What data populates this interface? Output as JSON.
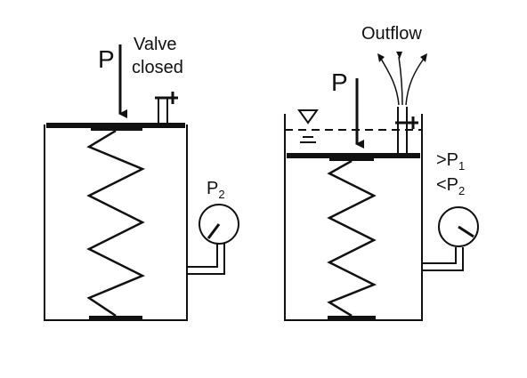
{
  "left_panel": {
    "force_label": "P",
    "valve_label_line1": "Valve",
    "valve_label_line2": "closed",
    "gauge_label": "P",
    "gauge_label_sub": "2"
  },
  "right_panel": {
    "force_label": "P",
    "outflow_label": "Outflow",
    "pressure_gt_label": ">P",
    "pressure_gt_sub": "1",
    "pressure_lt_label": "<P",
    "pressure_lt_sub": "2"
  },
  "colors": {
    "stroke": "#111111",
    "background": "#ffffff"
  }
}
